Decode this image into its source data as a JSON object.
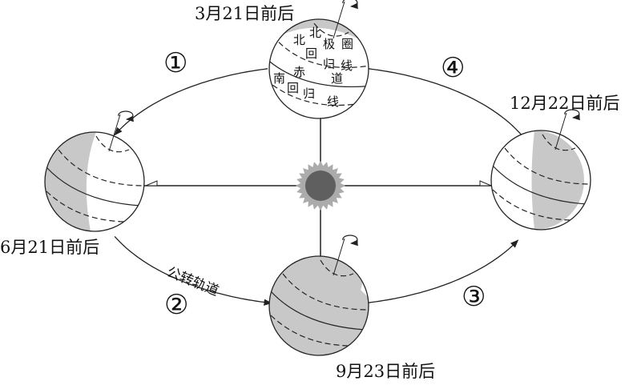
{
  "dates": {
    "mar21": "3月21日前后",
    "dec22": "12月22日前后",
    "jun21": "6月21日前后",
    "sep23": "9月23日前后"
  },
  "orbit_label": "公转轨道",
  "stages": [
    "①",
    "②",
    "③",
    "④"
  ],
  "globe_labels": {
    "arctic_circle": [
      "北",
      "极",
      "圈"
    ],
    "tropic_of_cancer": [
      "北",
      "回",
      "归",
      "线"
    ],
    "equator": [
      "赤",
      "道",
      "线"
    ],
    "tropic_of_capricorn": [
      "南",
      "回",
      "归"
    ]
  },
  "colors": {
    "night": "#c8c8c8",
    "sun_core": "#5f5f5f",
    "sun_rays": "#ababab",
    "line": "#222222"
  }
}
